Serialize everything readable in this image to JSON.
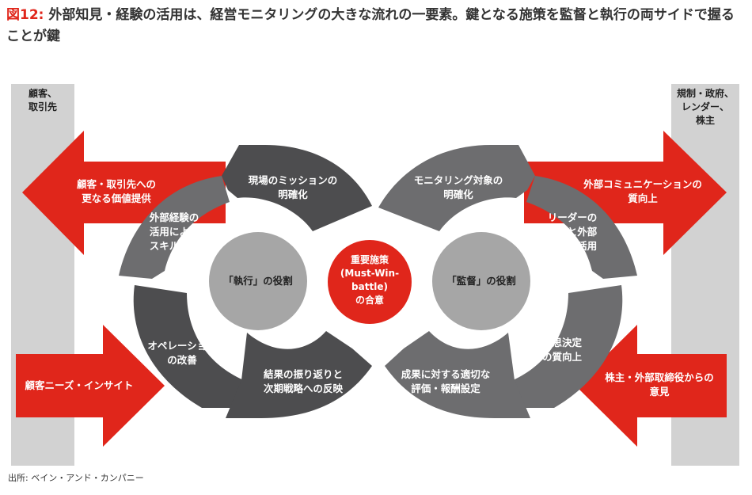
{
  "title": {
    "figure_number": "図12:",
    "text": "外部知見・経験の活用は、経営モニタリングの大きな流れの一要素。鍵となる施策を監督と執行の両サイドで握ることが鍵"
  },
  "bands": {
    "left": "顧客、\n取引先",
    "right": "規制・政府、\nレンダー、\n株主"
  },
  "arrows": {
    "top_left": "顧客・取引先への\n更なる価値提供",
    "bottom_left": "顧客ニーズ・インサイト",
    "top_right": "外部コミュニケーションの\n質向上",
    "bottom_right": "株主・外部取締役からの\n意見"
  },
  "left_loop": {
    "segments": [
      "現場のミッションの\n明確化",
      "外部経験の\n活用による\nスキル構築",
      "オペレーション\nの改善",
      "結果の振り返りと\n次期戦略への反映"
    ],
    "hub": "「執行」の役割"
  },
  "right_loop": {
    "segments": [
      "モニタリング対象の\n明確化",
      "リーダーの\n選択と外部\n知見の活用",
      "意思決定\nの質向上",
      "成果に対する適切な\n評価・報酬設定"
    ],
    "hub": "「監督」の役割"
  },
  "center": "重要施策\n(Must-Win-\nbattle)\nの合意",
  "source": "出所: ベイン・アンド・カンパニー",
  "colors": {
    "accent_red": "#e0261b",
    "dark_gray": "#4d4d4f",
    "mid_gray": "#6d6d6f",
    "hub_gray": "#a6a6a6",
    "band_gray": "#d2d2d2"
  }
}
